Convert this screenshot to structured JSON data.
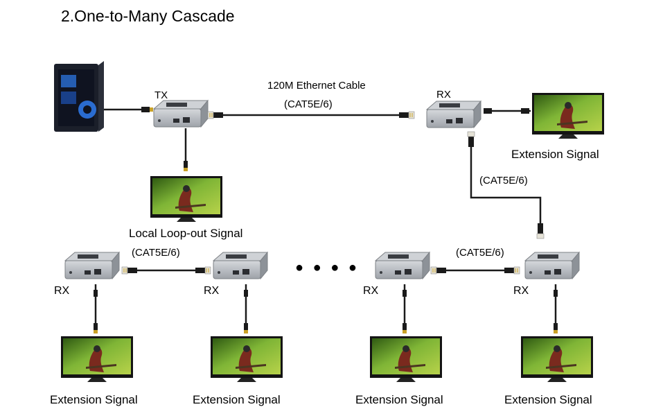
{
  "title": "2.One-to-Many Cascade",
  "labels": {
    "tx": "TX",
    "rx": "RX",
    "cable_main": "120M Ethernet Cable",
    "cat": "(CAT5E/6)",
    "extension": "Extension Signal",
    "loop_out": "Local Loop-out Signal",
    "ellipsis": "● ● ● ●"
  },
  "colors": {
    "device_body": "#b9bdc2",
    "device_top": "#9ea3a9",
    "cable": "#1a1a1a",
    "connector_gold": "#c9a227",
    "screen_bezel": "#141414",
    "screen_bg": "#5e9a2a",
    "pc_case": "#1b1f2a",
    "pc_glow": "#2f7df0"
  }
}
